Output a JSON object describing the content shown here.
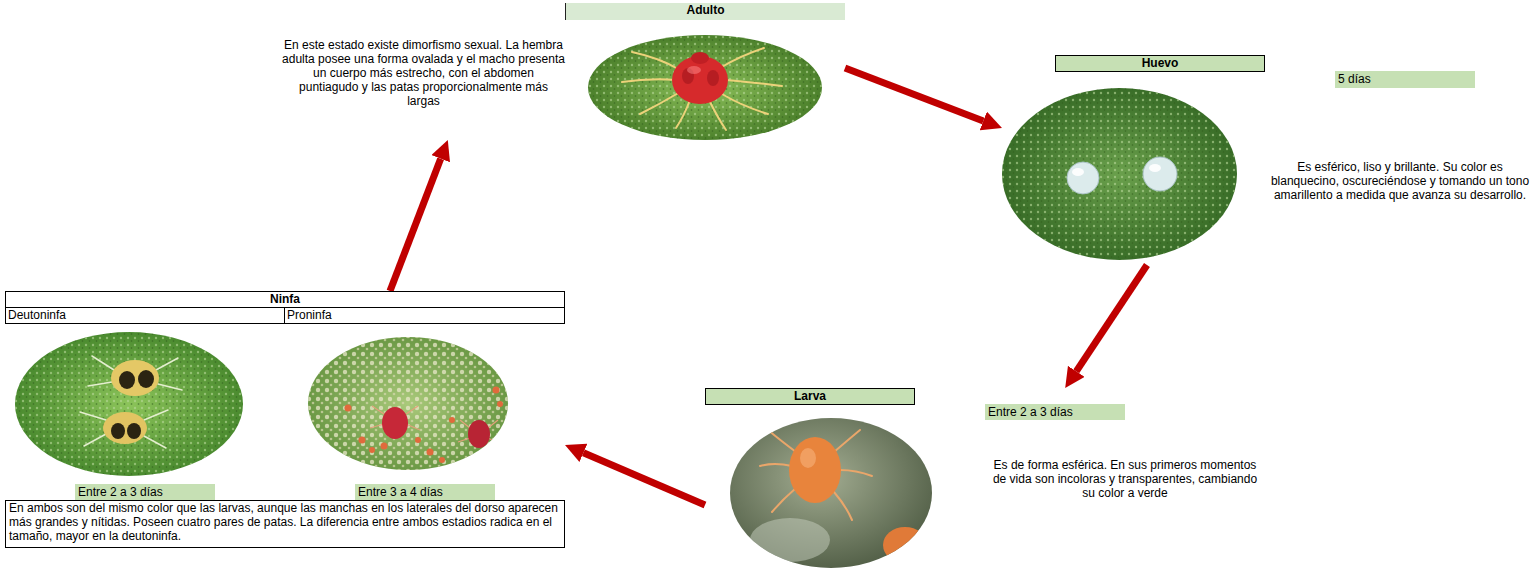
{
  "diagram": {
    "nodes": [
      {
        "text": [
          "Adulto",
          "En este estado existe dimorfismo sexual. La hembra adulta posee una forma ovalada y el macho presenta un cuerpo más estrecho, con el abdomen puntiagudo y las patas proporcionalmente más largas"
        ]
      },
      {
        "text": [
          "Huevo",
          "Es esférico, liso y brillante. Su color es blanquecino, oscureciéndose y tomando un tono amarillento a medida que avanza su desarrollo."
        ]
      },
      {
        "text": [
          "5 días"
        ],
        "in": 1
      },
      {
        "text": [
          "Ninfa"
        ]
      },
      {
        "text": [
          "Deutoninfa"
        ],
        "in": 3
      },
      {
        "text": [
          "Proninfa"
        ],
        "in": 3
      },
      {
        "text": [
          "Entre 2 a 3 días"
        ],
        "in": 3
      },
      {
        "text": [
          "Entre 3 a 4 días"
        ],
        "in": 3
      },
      {
        "text": [
          "En ambos son del mismo color que las larvas, aunque las manchas en los laterales del dorso aparecen más grandes y nítidas. Poseen cuatro pares de patas. La diferencia entre ambos estadios radica en el tamaño, mayor en la deutoninfa."
        ],
        "in": 3
      },
      {
        "text": [
          "Larva",
          "Es de forma esférica. En sus primeros momentos de vida son incoloras y transparentes, cambiando su color a verde"
        ]
      },
      {
        "text": [
          "Entre 2 a 3 días"
        ],
        "in": 9
      }
    ],
    "edges": [
      {
        "from": 0,
        "to": 1,
        "arrow": "to"
      },
      {
        "from": 1,
        "to": 9,
        "arrow": "to"
      },
      {
        "from": 9,
        "to": 3,
        "arrow": "to"
      },
      {
        "from": 3,
        "to": 0,
        "arrow": "to"
      }
    ]
  }
}
